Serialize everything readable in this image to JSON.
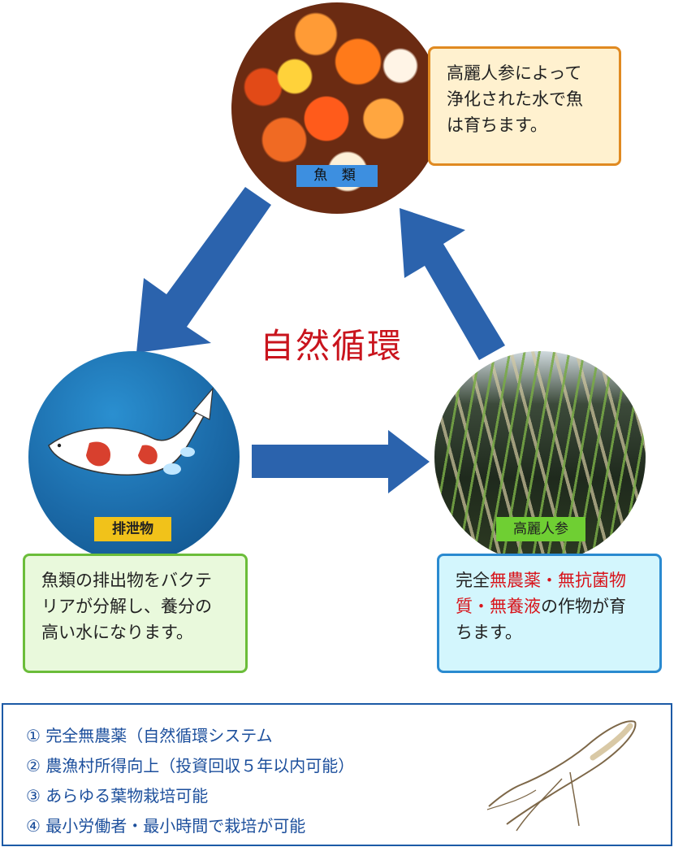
{
  "diagram": {
    "title": "自然循環",
    "nodes": {
      "fish": {
        "label": "魚 類",
        "description": "高麗人参によって浄化された水で魚は育ちます。",
        "lines": [
          "高麗人参によって",
          "浄化された水で魚",
          "は育ちます。"
        ]
      },
      "waste": {
        "label": "排泄物",
        "lines": [
          "魚類の排出物をバクテ",
          "リアが分解し、養分の",
          "高い水になります。"
        ]
      },
      "ginseng": {
        "label": "高麗人参",
        "line1_pre": "完全",
        "line1_red": "無農薬・無抗菌物",
        "line2_red_a": "質・無養液",
        "line2_post": "の作物が育",
        "line3": "ちます。"
      }
    },
    "arrow_color": "#2b63ad"
  },
  "benefits": {
    "items": [
      "① 完全無農薬（自然循環システム",
      "② 農漁村所得向上（投資回収５年以内可能）",
      "③ あらゆる葉物栽培可能",
      "④ 最小労働者・最小時間で栽培が可能"
    ],
    "border_color": "#1c5aa6",
    "text_color": "#1c4f9c"
  }
}
